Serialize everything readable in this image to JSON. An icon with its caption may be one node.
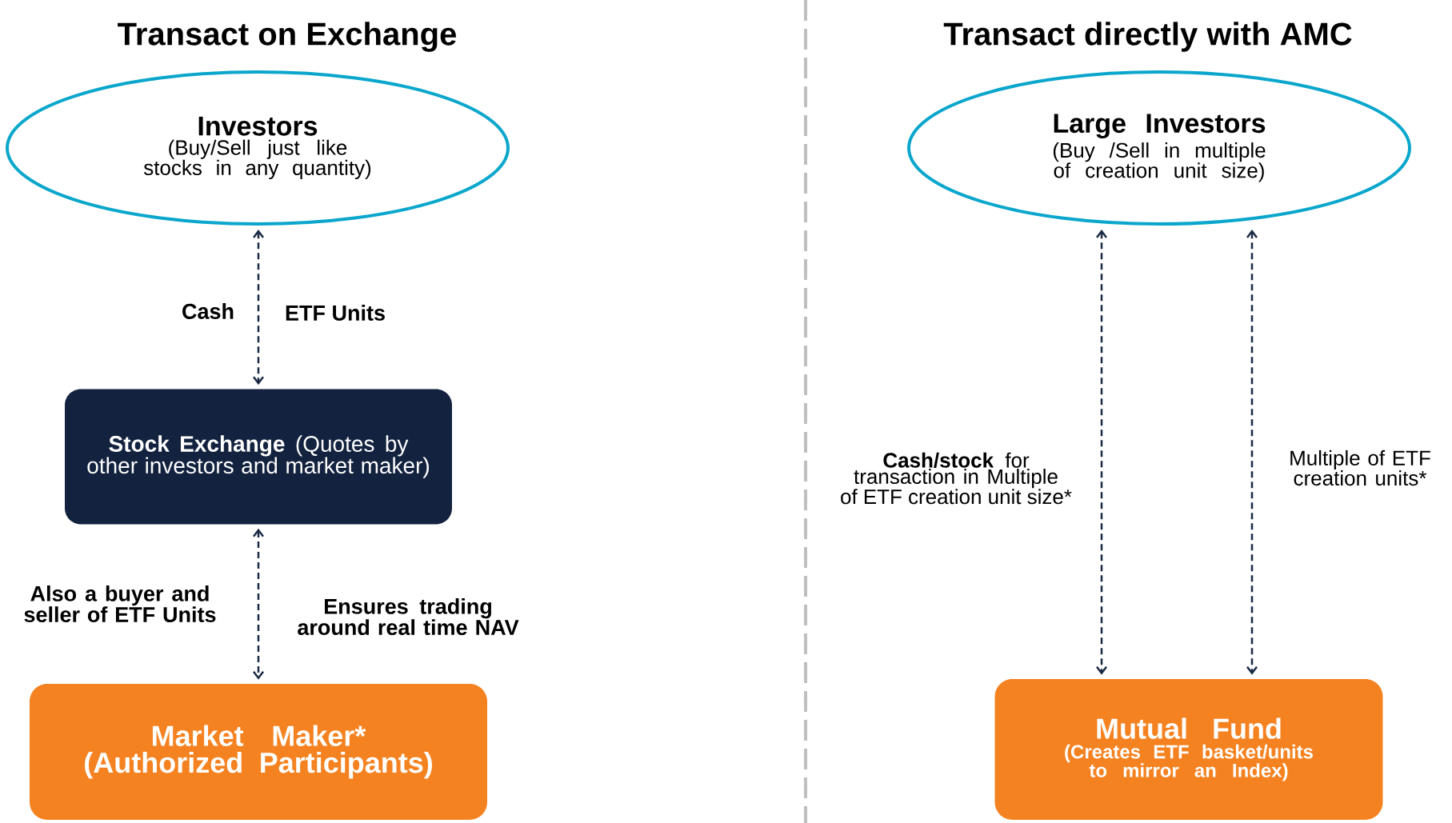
{
  "diagram": {
    "title": "Transact on Exchange",
    "nodes": [
      {
        "text": [
          "Investors",
          "(Buy/Sell just like stocks in any quantity)"
        ]
      },
      {
        "text": [
          "**Stock Exchange** (Quotes by other investors and market maker)"
        ]
      },
      {
        "text": [
          "Market Maker*",
          "(Authorized Participants)"
        ]
      },
      {
        "text": [
          "Large Investors",
          "(Buy /Sell in multiple of creation unit size)"
        ]
      },
      {
        "text": [
          "Mutual Fund",
          "(Creates ETF basket/units to mirror an Index)"
        ]
      }
    ],
    "edges": [
      {
        "from": 0,
        "to": 1,
        "arrow": "both",
        "style": "dashed"
      },
      {
        "from": 1,
        "to": 2,
        "arrow": "both",
        "style": "dashed"
      },
      {
        "from": 3,
        "to": 4,
        "arrow": "both",
        "style": "dashed",
        "label": "**Cash/stock** for transaction in Multiple of ETF creation unit size*"
      },
      {
        "from": 3,
        "to": 4,
        "arrow": "both",
        "style": "dashed",
        "label": "Multiple of ETF creation units*"
      }
    ],
    "labels": [
      "Transact directly with AMC",
      "Cash",
      "ETF Units",
      "Also a buyer and seller of ETF Units",
      "Ensures trading around real time NAV"
    ]
  }
}
